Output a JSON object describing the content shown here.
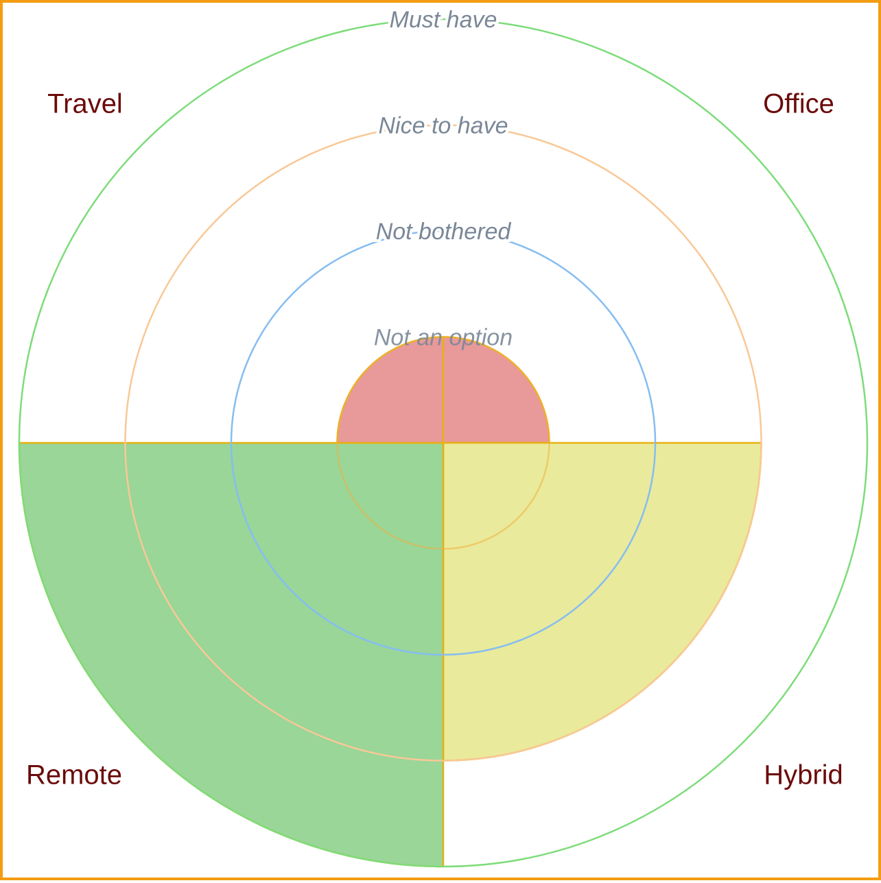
{
  "chart_data": {
    "type": "polar_area",
    "levels": [
      "Not an option",
      "Not bothered",
      "Nice to have",
      "Must have"
    ],
    "categories": [
      "Office",
      "Hybrid",
      "Remote",
      "Travel"
    ],
    "values": [
      1,
      3,
      4,
      1
    ],
    "value_labels": [
      "Not an option",
      "Nice to have",
      "Must have",
      "Not an option"
    ],
    "colors": {
      "frame": "#f39c12",
      "ring_must_have": "#7ddc7a",
      "ring_nice_to_have": "#f9c896",
      "ring_not_bothered": "#86bdf0",
      "ring_not_an_option": "#f0b040",
      "ring_label": "#7a8797",
      "category_label": "#6b0a0a",
      "wedge_stroke": "#e8b010",
      "fill_office": "#e8999a",
      "fill_hybrid": "#e9ea9c",
      "fill_remote": "#99d698",
      "fill_travel": "#e8999a"
    },
    "legend": "none",
    "grid": "concentric rings"
  }
}
